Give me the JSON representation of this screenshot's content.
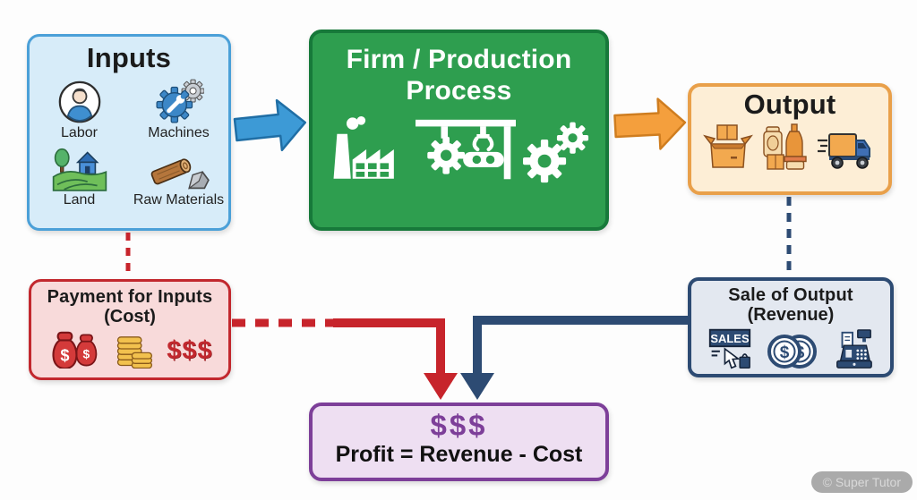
{
  "nodes": {
    "inputs": {
      "title": "Inputs",
      "items": [
        {
          "label": "Labor"
        },
        {
          "label": "Machines"
        },
        {
          "label": "Land"
        },
        {
          "label": "Raw Materials"
        }
      ]
    },
    "firm": {
      "title": "Firm / Production Process"
    },
    "output": {
      "title": "Output"
    },
    "payment": {
      "title": "Payment for Inputs",
      "subtitle": "(Cost)",
      "dollars": "$$$"
    },
    "sale": {
      "title": "Sale of Output",
      "subtitle": "(Revenue)",
      "sign_text": "SALES"
    },
    "profit": {
      "dollars": "$$$",
      "formula": "Profit = Revenue - Cost"
    }
  },
  "icons": {
    "currency_symbol": "$"
  },
  "watermark": {
    "text": "© Super Tutor"
  },
  "colors": {
    "inputs_bg": "#d7ecf9",
    "inputs_border": "#4ba0d8",
    "firm_bg": "#2e9e4f",
    "firm_border": "#17793a",
    "output_bg": "#fdeed6",
    "output_border": "#e9a04a",
    "payment_bg": "#f8dada",
    "payment_border": "#c2282e",
    "sale_bg": "#e3e8f0",
    "sale_border": "#2d4b73",
    "profit_bg": "#eedff2",
    "profit_border": "#7d3f99",
    "arrow_blue": "#3d9ad6",
    "arrow_orange": "#f49f3d",
    "arrow_red": "#c7242b",
    "arrow_navy": "#2d4b73"
  }
}
